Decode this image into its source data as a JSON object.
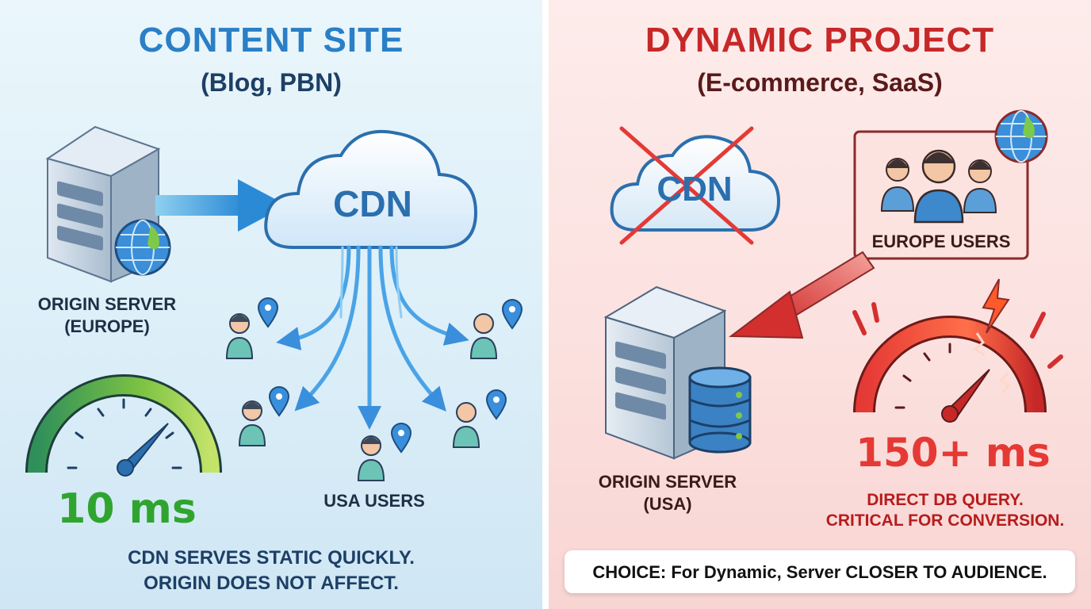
{
  "left": {
    "title": "CONTENT SITE",
    "subtitle": "(Blog, PBN)",
    "cdn_label": "CDN",
    "origin_label_line1": "ORIGIN SERVER",
    "origin_label_line2": "(EUROPE)",
    "users_label": "USA USERS",
    "latency": "10 ms",
    "footer_line1": "CDN SERVES STATIC QUICKLY.",
    "footer_line2": "ORIGIN DOES NOT AFFECT.",
    "accent_color": "#2a7fc6",
    "gauge_color": "#3fae3f"
  },
  "right": {
    "title": "DYNAMIC PROJECT",
    "subtitle": "(E-commerce, SaaS)",
    "cdn_label": "CDN",
    "users_label": "EUROPE USERS",
    "origin_label_line1": "ORIGIN SERVER",
    "origin_label_line2": "(USA)",
    "latency": "150+ ms",
    "footer_line1": "DIRECT DB QUERY.",
    "footer_line2": "CRITICAL FOR CONVERSION.",
    "choice": "CHOICE: For Dynamic, Server CLOSER TO AUDIENCE.",
    "accent_color": "#c62828",
    "gauge_color": "#e53935"
  },
  "icons": [
    "server-icon",
    "globe-icon",
    "cloud-icon",
    "user-icon",
    "map-pin-icon",
    "speedometer-icon",
    "database-icon",
    "cross-icon",
    "lightning-icon",
    "arrow-icon"
  ]
}
